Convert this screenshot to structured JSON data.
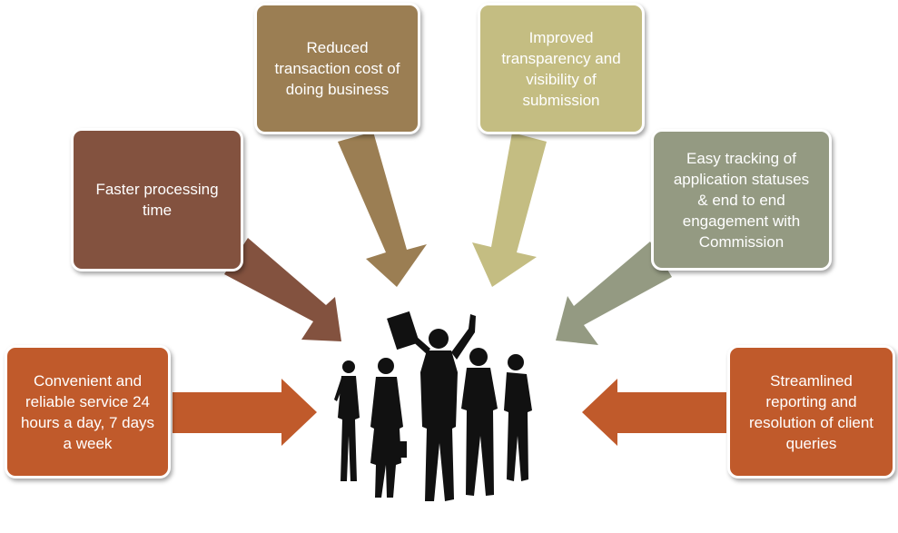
{
  "colors": {
    "benefit_faster_processing": "#83523f",
    "benefit_reduced_cost": "#9b7e53",
    "benefit_transparency": "#c4bd82",
    "benefit_tracking": "#949a82",
    "benefit_convenient_service": "#c05a2b",
    "benefit_streamlined_reporting": "#c05a2b",
    "people_silhouette": "#111111"
  },
  "benefits": {
    "reduced_cost": "Reduced\ntransaction cost of\ndoing business",
    "transparency": "Improved\ntransparency and\nvisibility of\nsubmission",
    "faster_processing": "Faster processing\ntime",
    "tracking": "Easy tracking of\napplication statuses\n& end to end\nengagement with\nCommission",
    "convenient_service": "Convenient and\nreliable service 24\nhours a day, 7 days\na week",
    "streamlined_reporting": "Streamlined\nreporting and\nresolution of client\nqueries"
  },
  "center_icon": "group-of-people-silhouette-icon"
}
